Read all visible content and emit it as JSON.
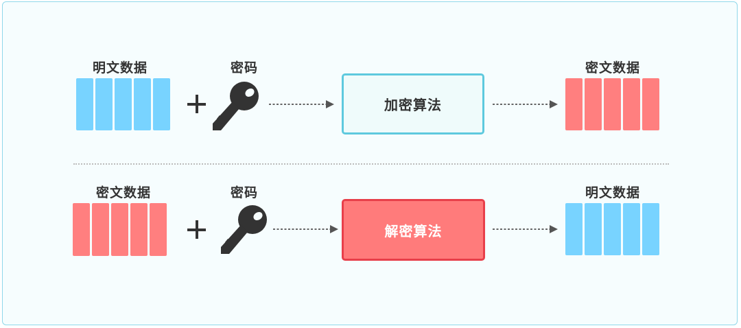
{
  "encrypt_row": {
    "input_label": "明文数据",
    "key_label": "密码",
    "algorithm_label": "加密算法",
    "output_label": "密文数据"
  },
  "decrypt_row": {
    "input_label": "密文数据",
    "key_label": "密码",
    "algorithm_label": "解密算法",
    "output_label": "明文数据"
  },
  "icons": [
    "plus-icon",
    "key-icon",
    "arrow-right-icon"
  ],
  "colors": {
    "plaintext_block": "#78d3ff",
    "ciphertext_block": "#ff7f7f",
    "encrypt_box_border": "#5ec9de",
    "decrypt_box_fill": "#ff7b7b",
    "decrypt_box_border": "#e83f4a",
    "frame_border": "#8fd8ea"
  }
}
